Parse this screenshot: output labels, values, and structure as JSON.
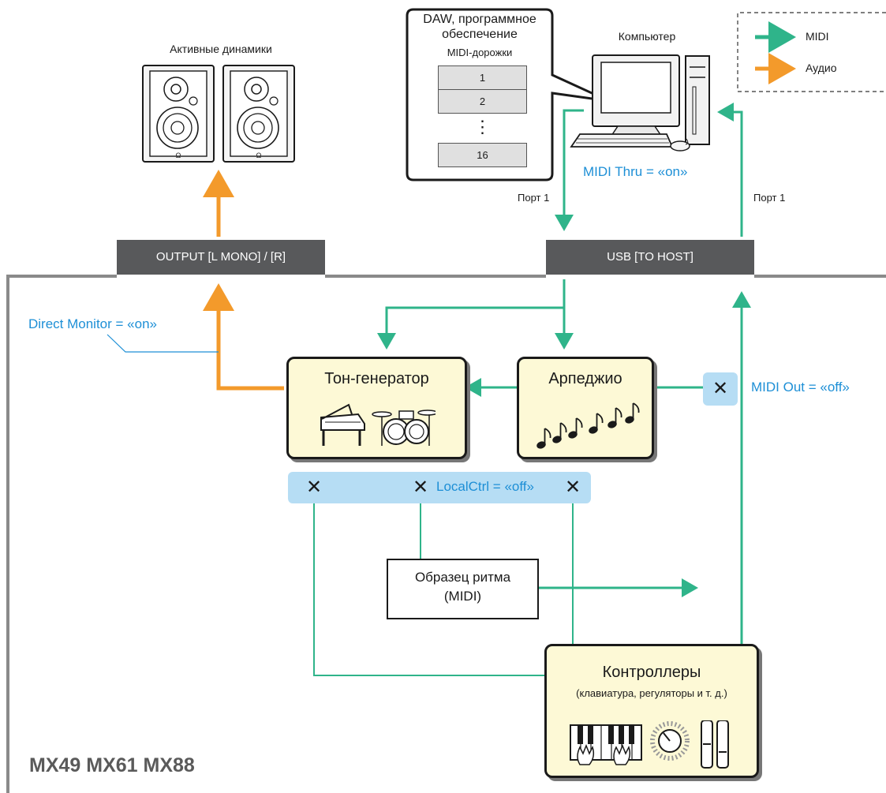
{
  "speakers": {
    "label": "Активные динамики",
    "icon": "speaker-icon"
  },
  "daw": {
    "title": "DAW, программное обеспечение",
    "subtitle": "MIDI-дорожки",
    "tracks": [
      "1",
      "2",
      "16"
    ],
    "ellipsis": "⋮"
  },
  "computer": {
    "label": "Компьютер",
    "icon": "computer-icon"
  },
  "legend": {
    "midi": "MIDI",
    "audio": "Аудио",
    "midi_color": "#2fb48a",
    "audio_color": "#f39a2b"
  },
  "labels": {
    "midi_thru": "MIDI Thru = «on»",
    "port_left": "Порт 1",
    "port_right": "Порт 1",
    "output_port": "OUTPUT [L MONO] / [R]",
    "usb_port": "USB [TO HOST]",
    "direct_monitor": "Direct Monitor = «on»",
    "midi_out": "MIDI Out = «off»",
    "local_ctrl": "LocalCtrl = «off»",
    "cross": "✕"
  },
  "blocks": {
    "tone_generator": {
      "title": "Тон-генератор"
    },
    "arpeggio": {
      "title": "Арпеджио"
    },
    "rhythm": {
      "line1": "Образец ритма",
      "line2": "(MIDI)"
    },
    "controllers": {
      "title": "Контроллеры",
      "subtitle": "(клавиатура, регуляторы и т. д.)"
    }
  },
  "models": "MX49 MX61 MX88"
}
